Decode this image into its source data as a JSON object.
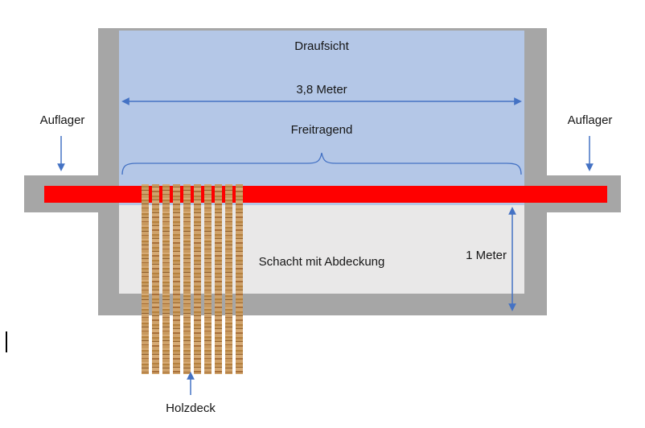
{
  "diagram": {
    "title": "Draufsicht",
    "width_dimension": "3,8 Meter",
    "span_label": "Freitragend",
    "support_left_label": "Auflager",
    "support_right_label": "Auflager",
    "shaft_label": "Schacht mit Abdeckung",
    "height_dimension": "1 Meter",
    "deck_label": "Holzdeck"
  },
  "colors": {
    "top_view_fill": "#b4c7e7",
    "structure_gray": "#a6a6a6",
    "shaft_fill": "#e9e8e8",
    "beam_red": "#ff0000",
    "annotation_blue": "#4472c4",
    "wood_brown": "#c8995e"
  }
}
